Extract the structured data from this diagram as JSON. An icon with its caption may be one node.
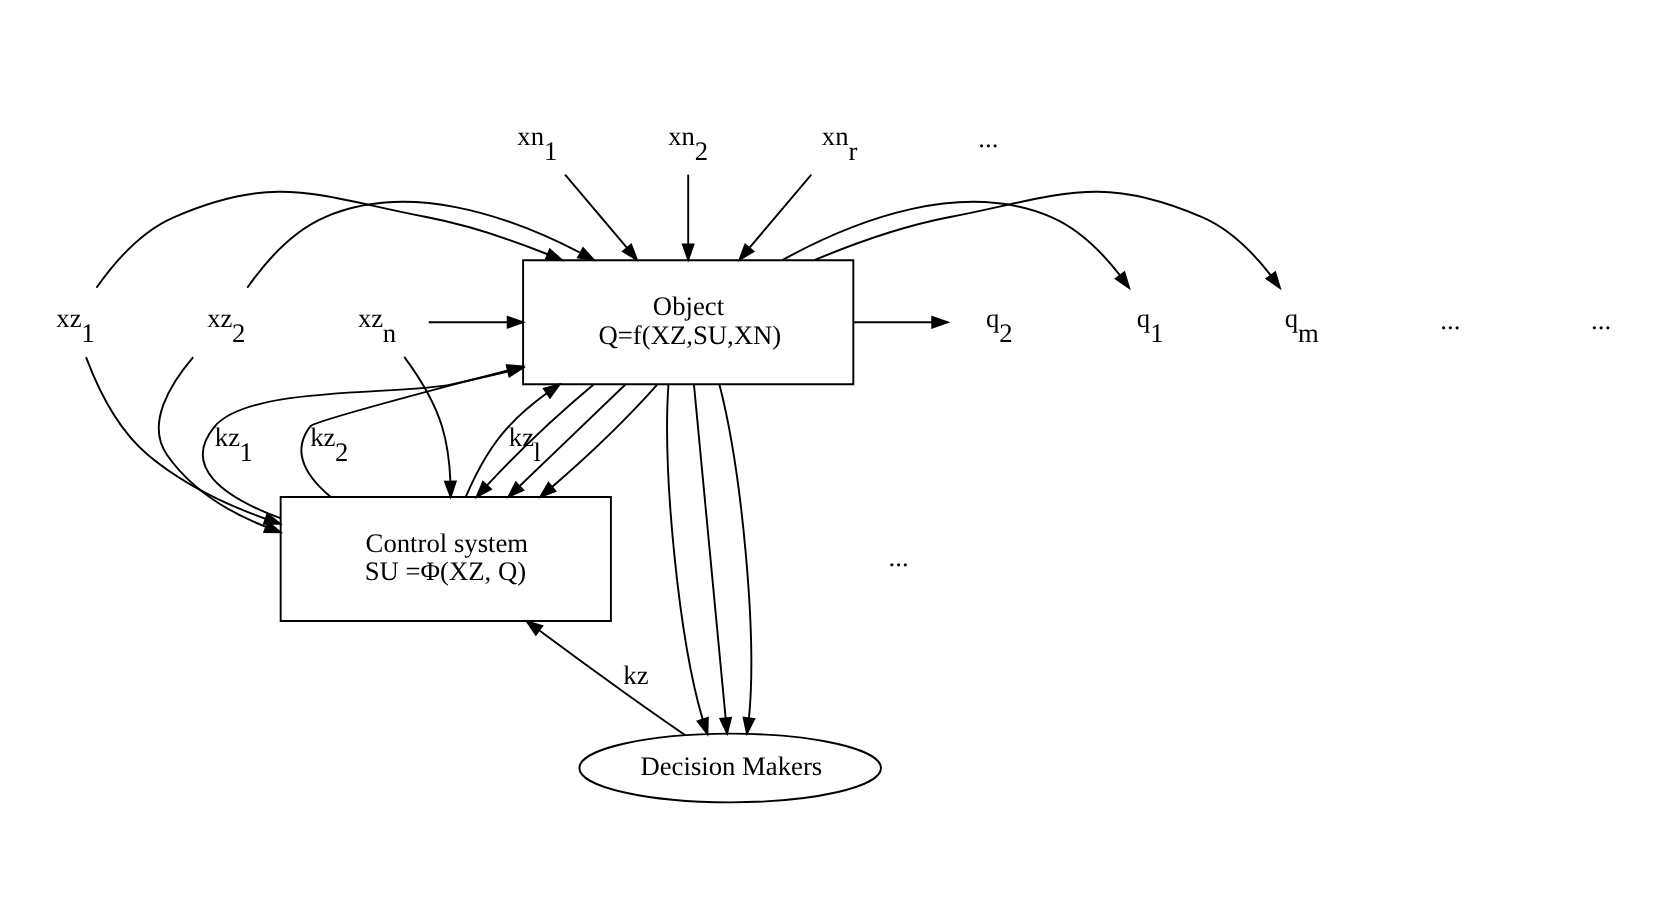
{
  "diagram": {
    "nodes": [
      {
        "text": [
          "xn$_{1}$"
        ]
      },
      {
        "text": [
          "xn$_{2}$"
        ]
      },
      {
        "text": [
          "xn$_{r}$"
        ]
      },
      {
        "text": [
          "xz$_{1}$"
        ]
      },
      {
        "text": [
          "xz$_{2}$"
        ]
      },
      {
        "text": [
          "xz$_{n}$"
        ]
      },
      {
        "text": [
          "Object",
          "Q=f(XZ,SU,XN)"
        ]
      },
      {
        "text": [
          "q$_{1}$"
        ]
      },
      {
        "text": [
          "q$_{2}$"
        ]
      },
      {
        "text": [
          "q$_{m}$"
        ]
      },
      {
        "text": [
          "Control system",
          "SU =Φ(XZ, Q)"
        ]
      },
      {
        "text": [
          "Decision Makers"
        ]
      }
    ],
    "edges": [
      {
        "from": 0,
        "to": 6,
        "arrow": "to"
      },
      {
        "from": 1,
        "to": 6,
        "arrow": "to"
      },
      {
        "from": 2,
        "to": 6,
        "arrow": "to"
      },
      {
        "from": 3,
        "to": 6,
        "arrow": "to"
      },
      {
        "from": 3,
        "to": 10,
        "arrow": "to"
      },
      {
        "from": 4,
        "to": 6,
        "arrow": "to"
      },
      {
        "from": 4,
        "to": 10,
        "arrow": "to"
      },
      {
        "from": 5,
        "to": 6,
        "arrow": "to"
      },
      {
        "from": 5,
        "to": 10,
        "arrow": "to"
      },
      {
        "from": 6,
        "to": 7,
        "arrow": "to"
      },
      {
        "from": 6,
        "to": 10,
        "arrow": "to"
      },
      {
        "from": 6,
        "to": 11,
        "arrow": "to"
      },
      {
        "from": 6,
        "to": 8,
        "arrow": "to"
      },
      {
        "from": 6,
        "to": 10,
        "arrow": "to"
      },
      {
        "from": 6,
        "to": 11,
        "arrow": "to"
      },
      {
        "from": 6,
        "to": 9,
        "arrow": "to"
      },
      {
        "from": 6,
        "to": 10,
        "arrow": "to"
      },
      {
        "from": 6,
        "to": 11,
        "arrow": "to"
      },
      {
        "from": 10,
        "to": 6,
        "arrow": "to",
        "label": "kz$_{1}$"
      },
      {
        "from": 10,
        "to": 6,
        "arrow": "to",
        "label": "kz$_{2}$"
      },
      {
        "from": 10,
        "to": 6,
        "arrow": "to",
        "label": "kz$_{l}$"
      },
      {
        "from": 11,
        "to": 10,
        "arrow": "to",
        "label": "kz"
      }
    ],
    "labels": [
      "...",
      "...",
      "...",
      "..."
    ]
  }
}
